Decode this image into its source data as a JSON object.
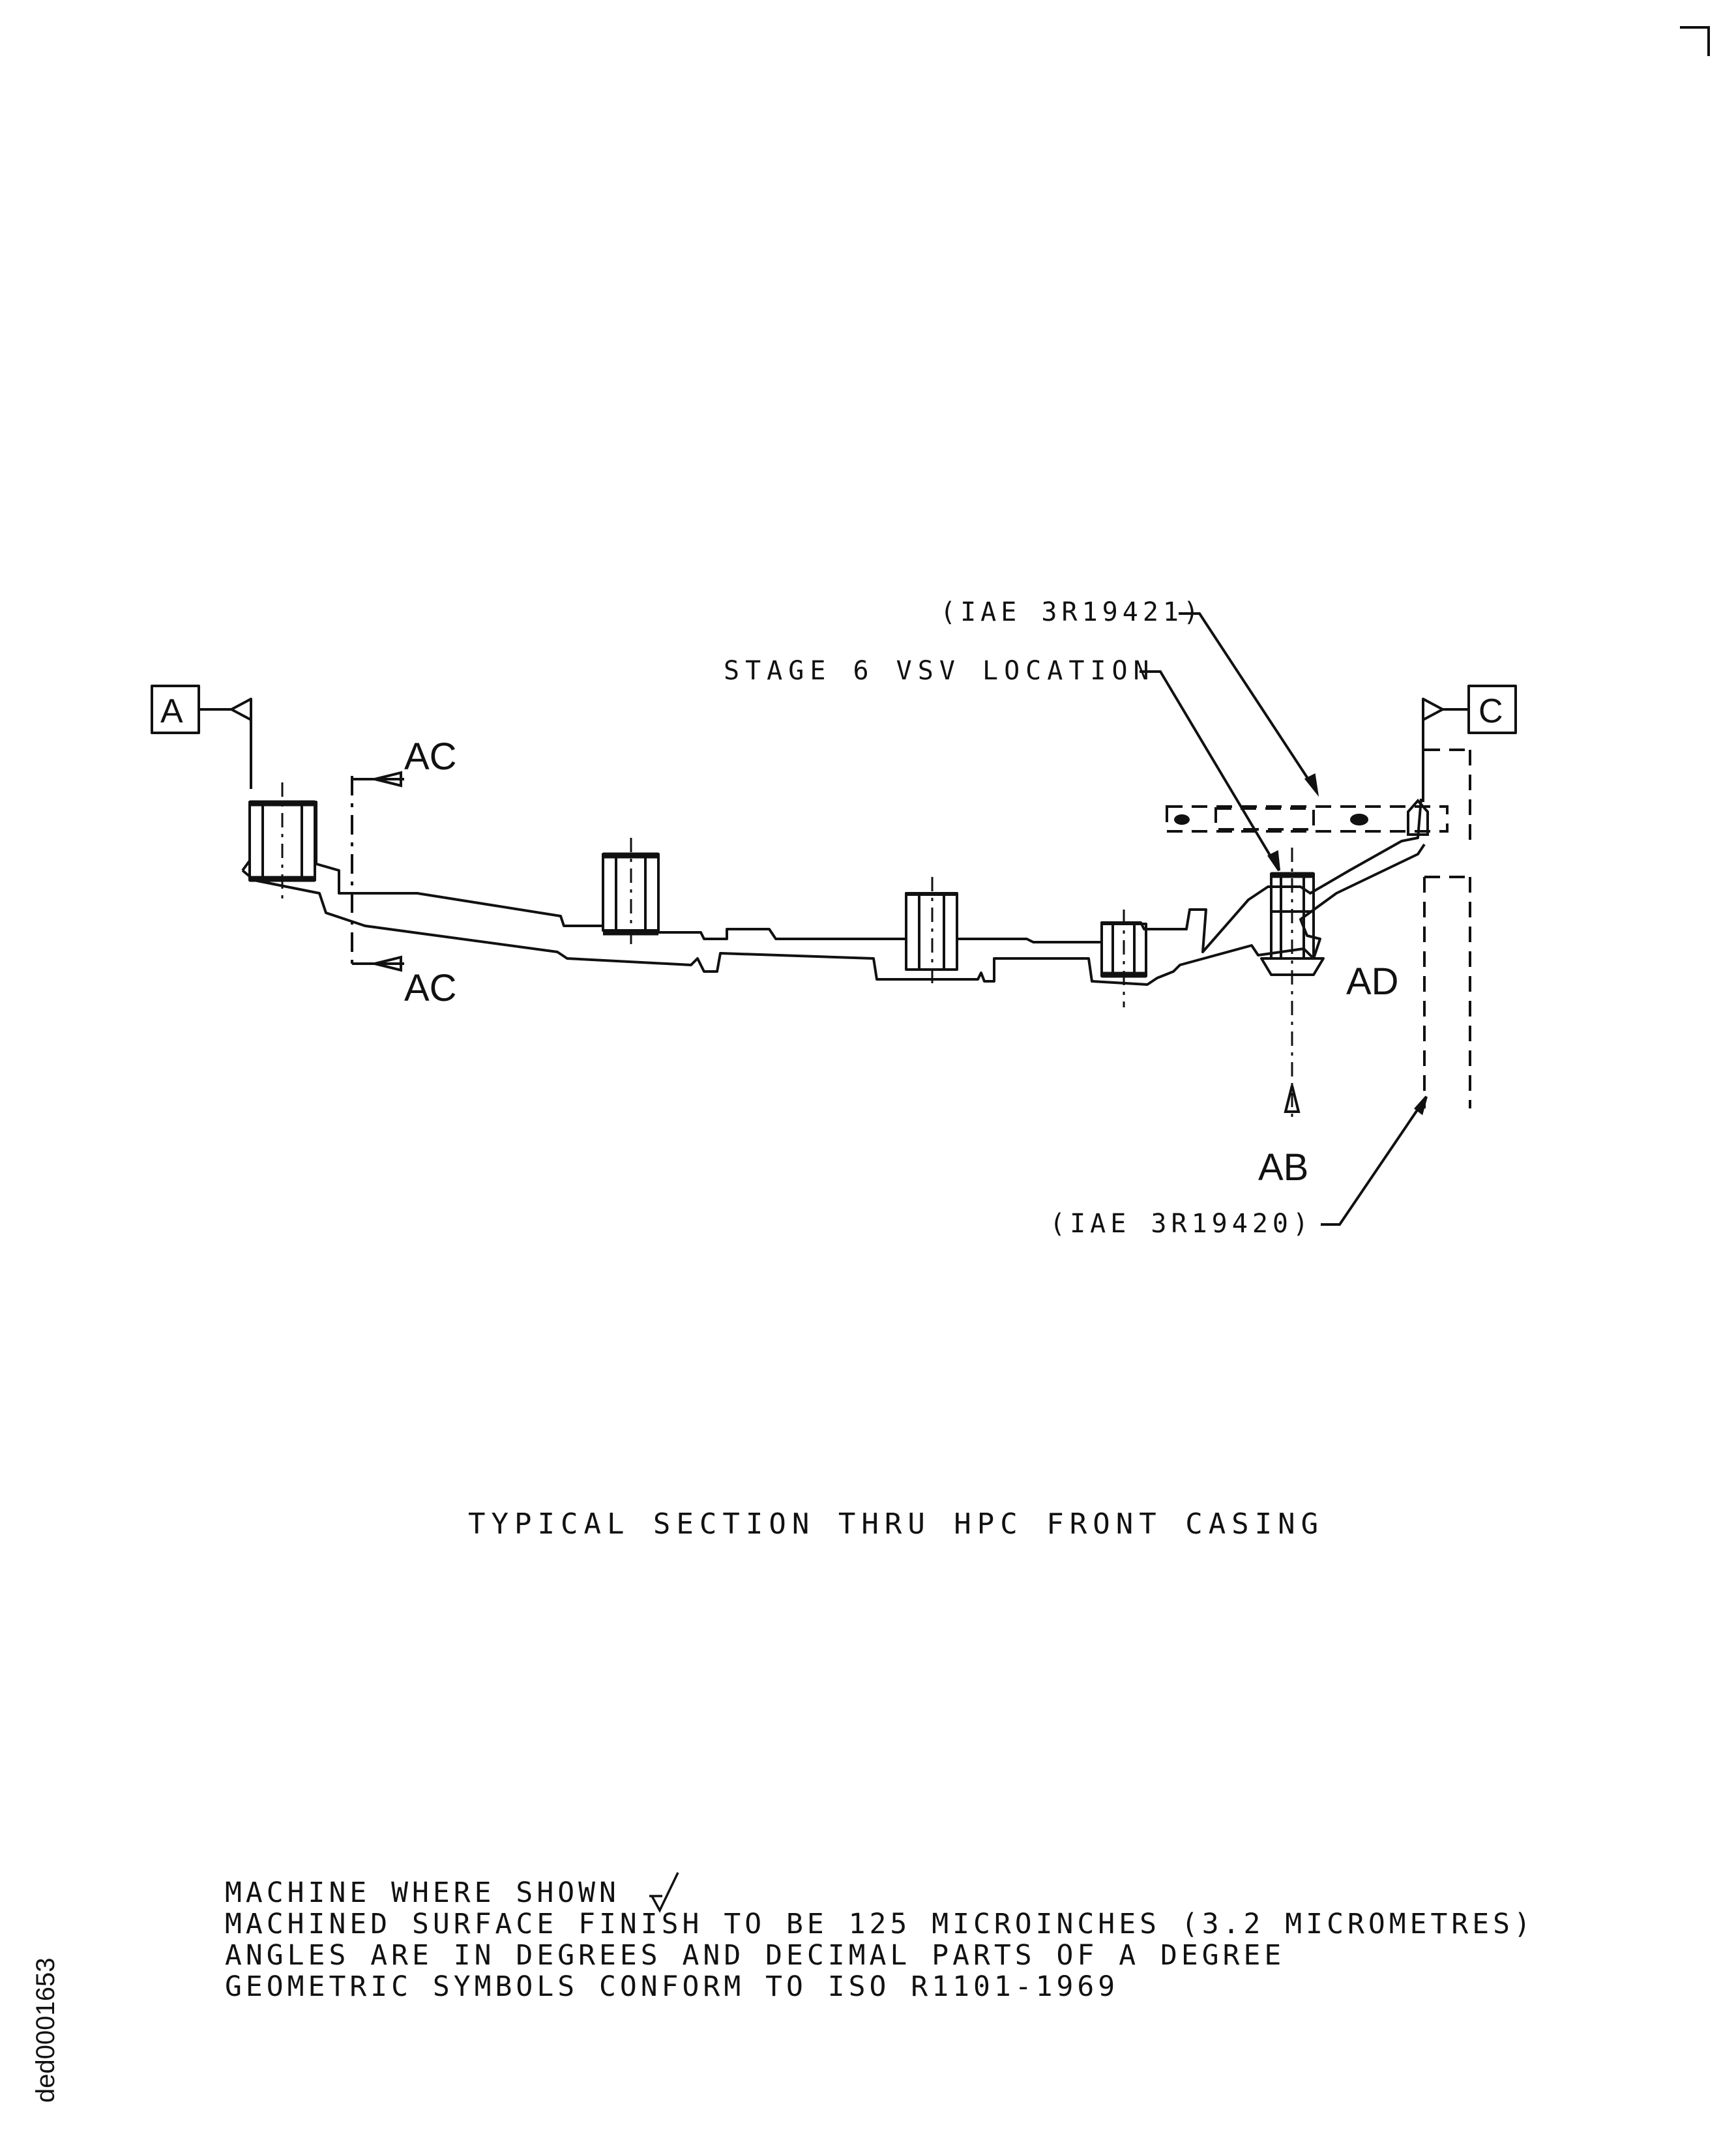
{
  "diagram": {
    "datum_left": "A",
    "datum_right": "C",
    "section_ac_top": "AC",
    "section_ac_bottom": "AC",
    "section_ad": "AD",
    "section_ab": "AB",
    "callout_top_ref": "(IAE 3R19421)",
    "callout_vsv": "STAGE 6 VSV LOCATION",
    "callout_bottom_ref": "(IAE 3R19420)"
  },
  "caption": "TYPICAL SECTION THRU HPC FRONT CASING",
  "notes": {
    "line1": "MACHINE WHERE SHOWN",
    "line2": "MACHINED SURFACE FINISH TO BE 125 MICROINCHES (3.2 MICROMETRES)",
    "line3": "ANGLES ARE IN DEGREES AND DECIMAL PARTS OF A DEGREE",
    "line4": "GEOMETRIC SYMBOLS CONFORM TO ISO R1101-1969"
  },
  "document_id": "ded0001653"
}
